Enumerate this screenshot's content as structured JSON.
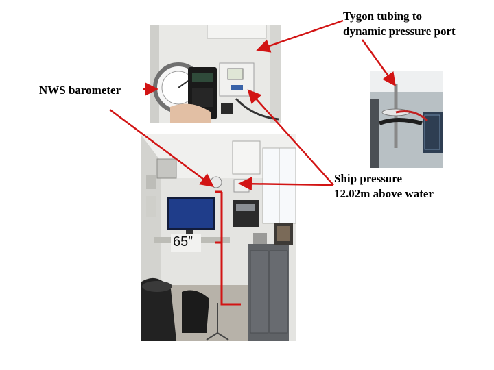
{
  "labels": {
    "tygon_line1": "Tygon tubing to",
    "tygon_line2": "dynamic pressure port",
    "nws": "NWS barometer",
    "ship_line1": "Ship pressure",
    "ship_line2": "12.02m above water",
    "distance": "65”"
  },
  "colors": {
    "arrow": "#d21414",
    "wall": "#e4e4e1",
    "cabinet": "#5f6266"
  }
}
